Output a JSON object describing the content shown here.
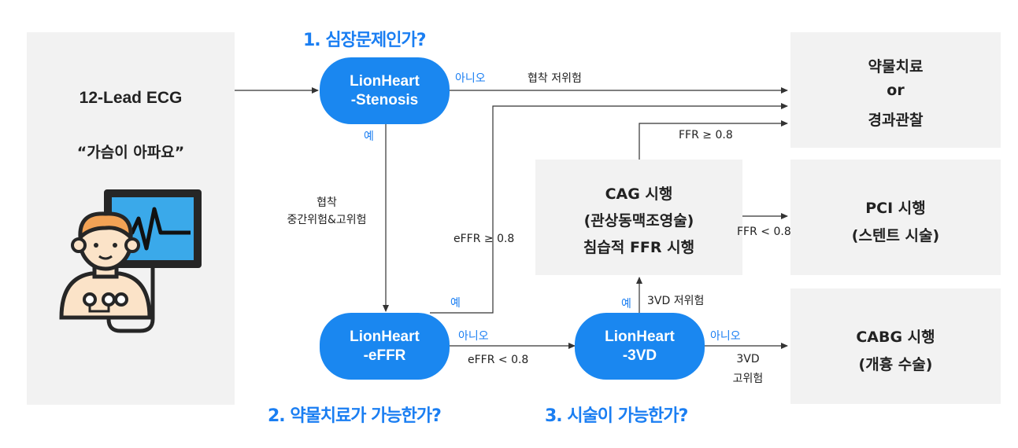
{
  "headings": {
    "step1": "1. 심장문제인가?",
    "step2": "2. 약물치료가 가능한가?",
    "step3": "3. 시술이 가능한가?"
  },
  "input": {
    "line1": "12-Lead ECG",
    "line2": "“가슴이 아파요”",
    "icon": "patient-ecg-monitor-icon"
  },
  "nodes": {
    "stenosis": [
      "LionHeart",
      "-Stenosis"
    ],
    "effr": [
      "LionHeart",
      "-eFFR"
    ],
    "vd3": [
      "LionHeart",
      "-3VD"
    ]
  },
  "outcomes": {
    "medication": [
      "약물치료",
      "or",
      "경과관찰"
    ],
    "cag": [
      "CAG 시행",
      "(관상동맥조영술)",
      "침습적 FFR 시행"
    ],
    "pci": [
      "PCI 시행",
      "(스텐트 시술)"
    ],
    "cabg": [
      "CABG 시행",
      "(개흉 수술)"
    ]
  },
  "labels": {
    "no1": "아니오",
    "low_risk_stenosis": "협착 저위험",
    "yes1": "예",
    "mid_high_risk_1": "협착",
    "mid_high_risk_2": "중간위험&고위험",
    "effr_ge": "eFFR ≥ 0.8",
    "yes2": "예",
    "no2": "아니오",
    "effr_lt": "eFFR < 0.8",
    "yes3": "예",
    "vd3_low": "3VD 저위험",
    "no3": "아니오",
    "vd3_high_1": "3VD",
    "vd3_high_2": "고위험",
    "ffr_ge": "FFR ≥ 0.8",
    "ffr_lt": "FFR < 0.8"
  },
  "colors": {
    "accent": "#1a87f0",
    "heading": "#1a7ef2",
    "box": "#f2f2f2",
    "monitor": "#3aa9ea",
    "skin": "#fbe3c8",
    "hair": "#f2a255"
  }
}
